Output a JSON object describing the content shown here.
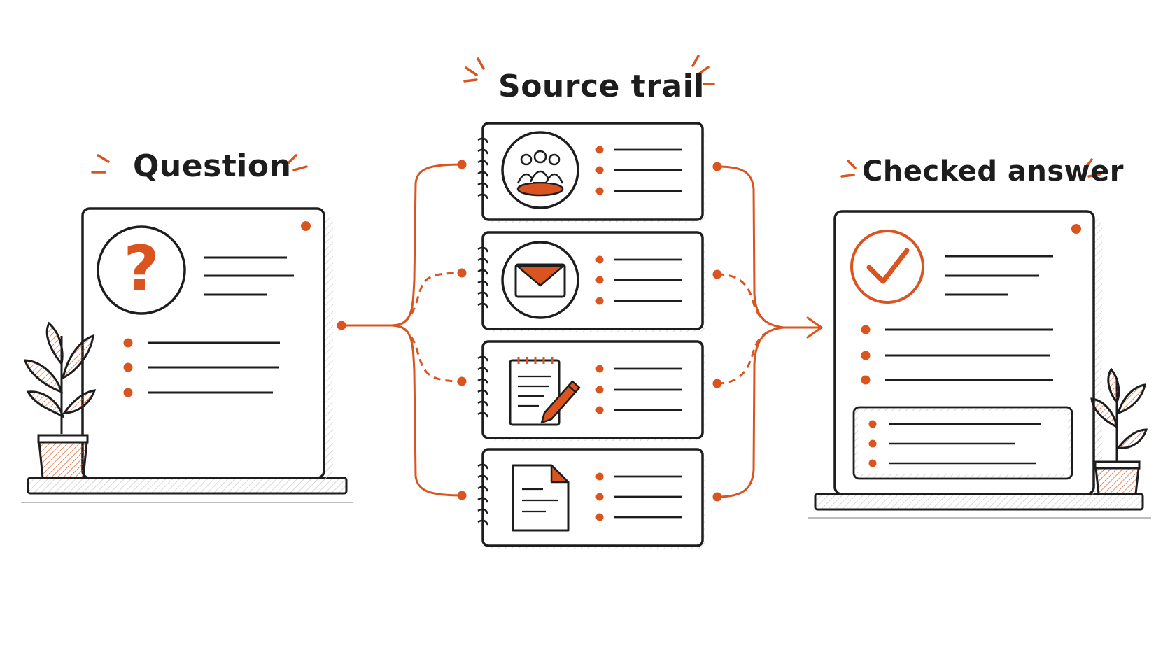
{
  "titles": {
    "question": "Question",
    "source_trail": "Source trail",
    "checked_answer": "Checked answer"
  },
  "colors": {
    "accent": "#d9541e",
    "ink": "#1d1d1d",
    "shadow": "#cfcfcf",
    "background": "#ffffff"
  },
  "question_card": {
    "icon": "question-mark-icon",
    "question_symbol": "?",
    "bullet_count": 3
  },
  "sources": [
    {
      "icon": "people-group-icon"
    },
    {
      "icon": "envelope-icon"
    },
    {
      "icon": "notepad-pencil-icon"
    },
    {
      "icon": "document-icon"
    }
  ],
  "answer_card": {
    "icon": "checkmark-icon",
    "bullet_count": 3,
    "summary_bullet_count": 3
  }
}
